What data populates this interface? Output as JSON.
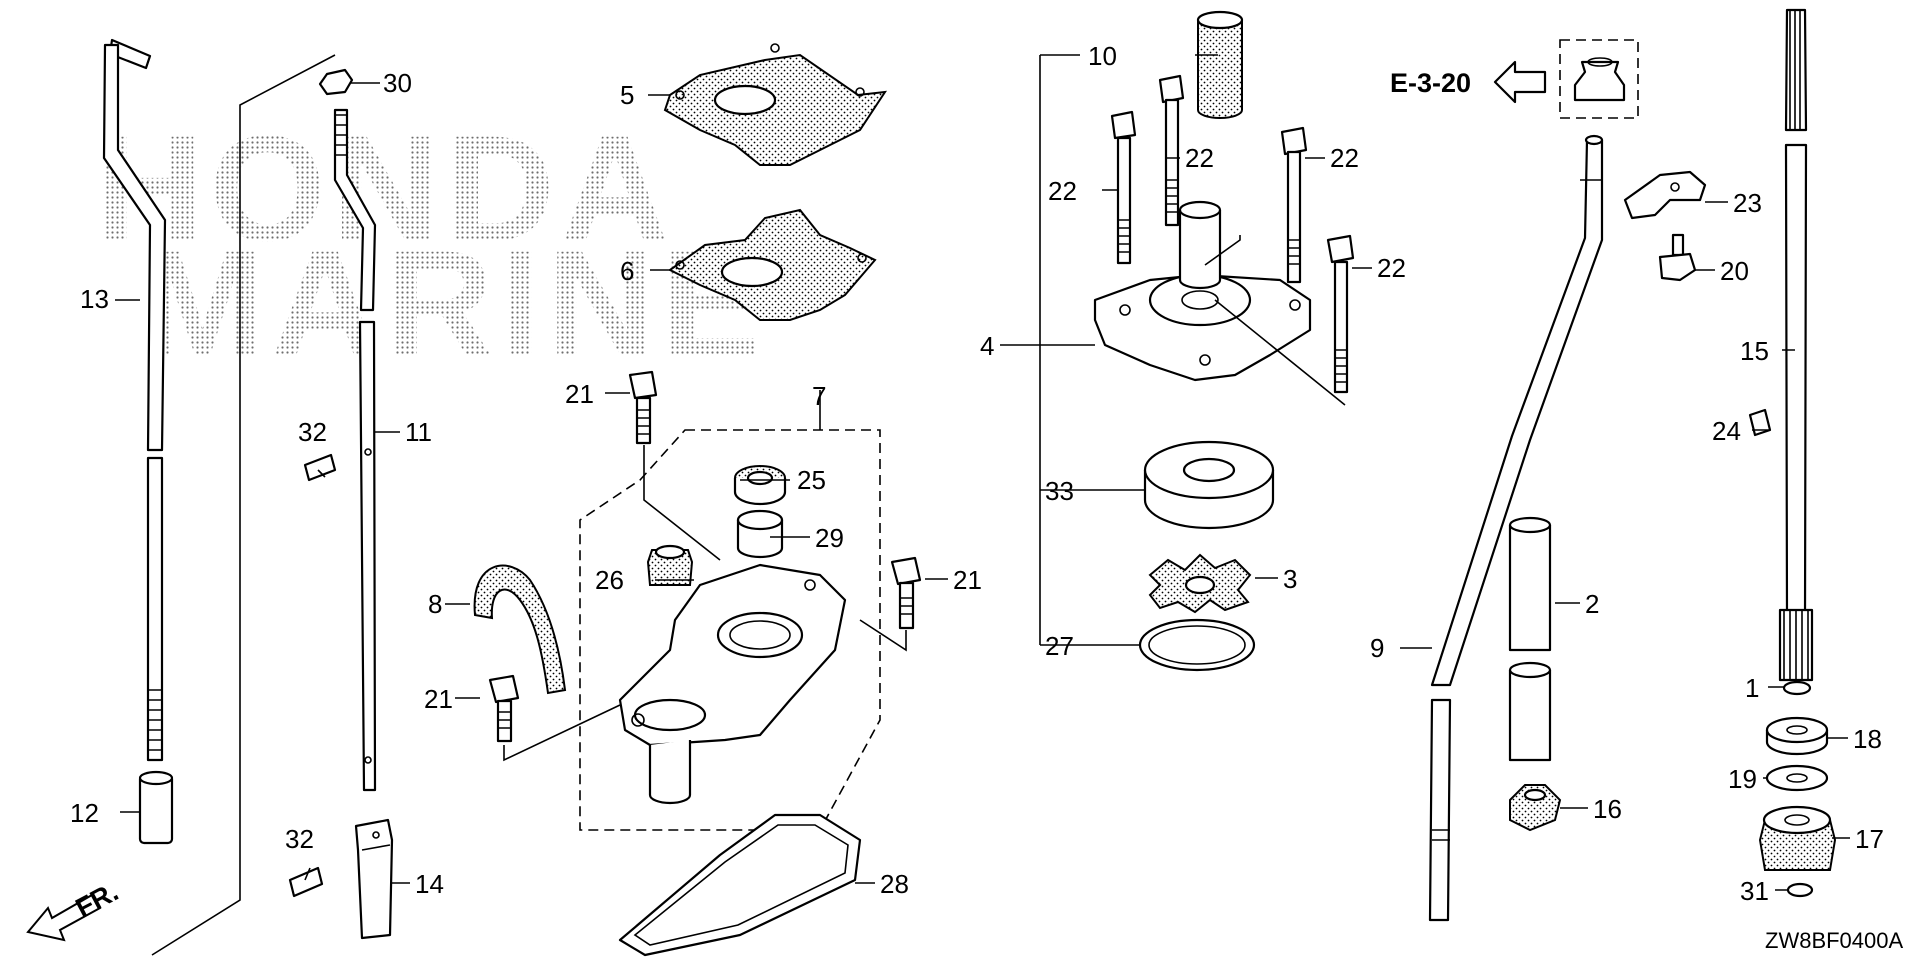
{
  "diagram": {
    "watermark_line1": "HONDA",
    "watermark_line2": "MARINE",
    "drawing_code": "ZW8BF0400A",
    "reference": "E-3-20",
    "front_marker": "FR.",
    "callouts": {
      "c1": "1",
      "c2": "2",
      "c3": "3",
      "c4": "4",
      "c5": "5",
      "c6": "6",
      "c7": "7",
      "c8": "8",
      "c9": "9",
      "c10": "10",
      "c11": "11",
      "c12": "12",
      "c13": "13",
      "c14": "14",
      "c15": "15",
      "c16": "16",
      "c17": "17",
      "c18": "18",
      "c19": "19",
      "c20": "20",
      "c21a": "21",
      "c21b": "21",
      "c21c": "21",
      "c22a": "22",
      "c22b": "22",
      "c22c": "22",
      "c22d": "22",
      "c23": "23",
      "c24": "24",
      "c25": "25",
      "c26": "26",
      "c27": "27",
      "c28": "28",
      "c29": "29",
      "c30": "30",
      "c31": "31",
      "c32a": "32",
      "c32b": "32",
      "c33": "33"
    }
  }
}
